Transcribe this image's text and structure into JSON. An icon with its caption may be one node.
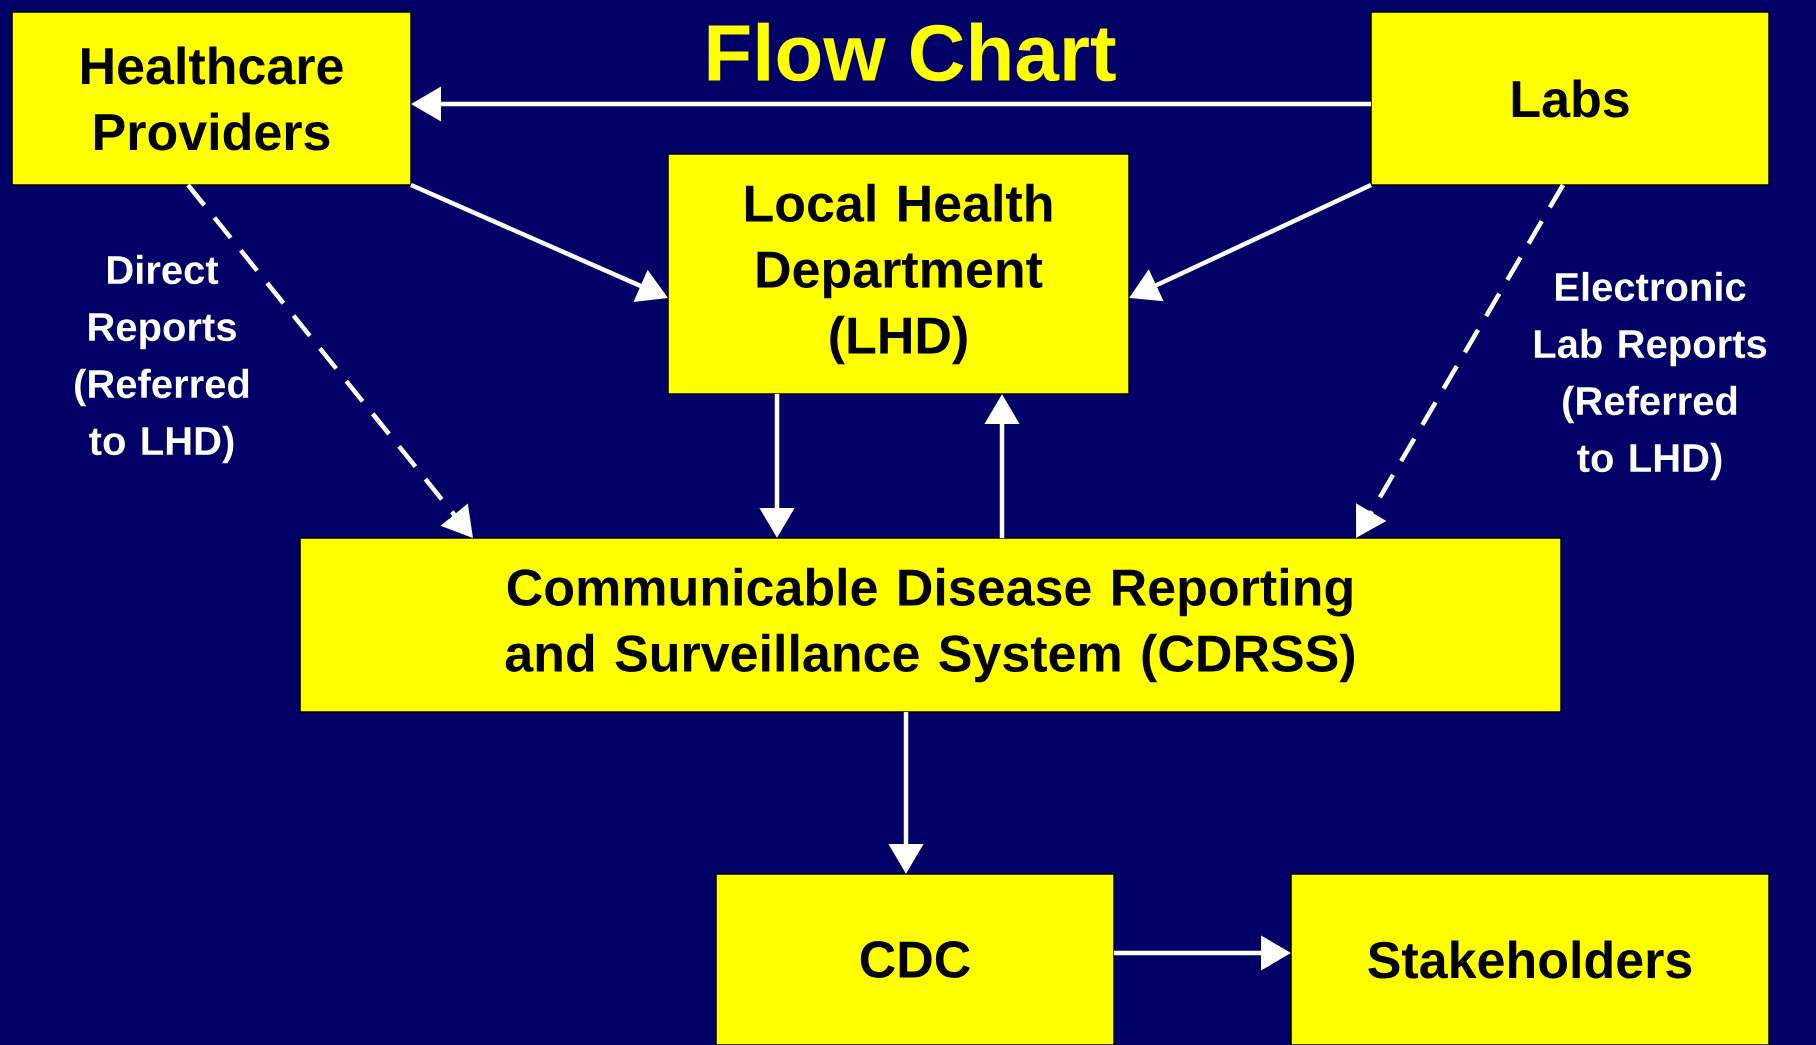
{
  "diagram": {
    "title": "Flow Chart",
    "nodes": [
      {
        "text": [
          "Healthcare Providers"
        ]
      },
      {
        "text": [
          "Labs"
        ]
      },
      {
        "text": [
          "Local Health Department (LHD)"
        ]
      },
      {
        "text": [
          "Communicable Disease Reporting and Surveillance System (CDRSS)"
        ]
      },
      {
        "text": [
          "CDC"
        ]
      },
      {
        "text": [
          "Stakeholders"
        ]
      }
    ],
    "edges": [
      {
        "from": 1,
        "to": 0,
        "arrow": "to"
      },
      {
        "from": 0,
        "to": 2,
        "arrow": "to"
      },
      {
        "from": 1,
        "to": 2,
        "arrow": "to"
      },
      {
        "from": 0,
        "to": 3,
        "arrow": "to",
        "style": "dashed",
        "label": "Direct Reports (Referred to LHD)"
      },
      {
        "from": 1,
        "to": 3,
        "arrow": "to",
        "style": "dashed",
        "label": "Electronic Lab Reports (Referred to LHD)"
      },
      {
        "from": 2,
        "to": 3,
        "arrow": "to"
      },
      {
        "from": 3,
        "to": 2,
        "arrow": "to"
      },
      {
        "from": 3,
        "to": 4,
        "arrow": "to"
      },
      {
        "from": 4,
        "to": 5,
        "arrow": "to"
      }
    ]
  }
}
